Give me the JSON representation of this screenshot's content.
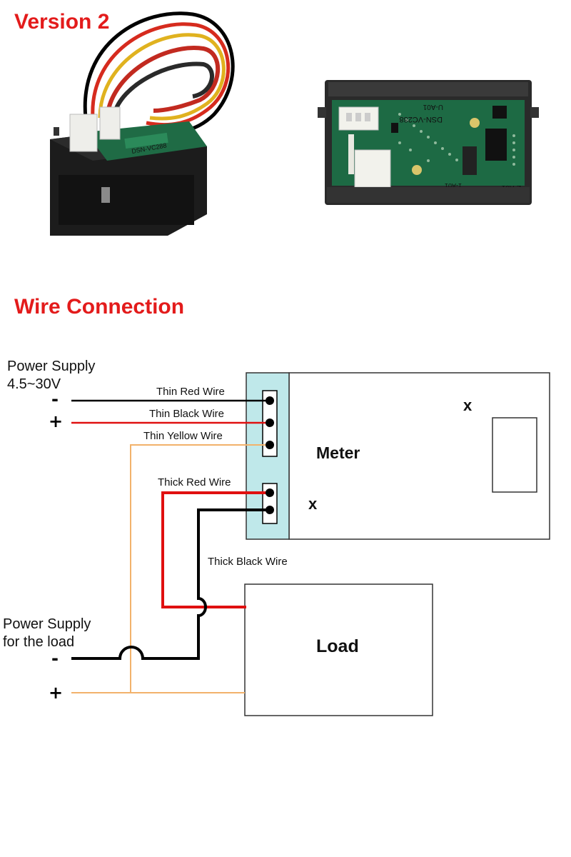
{
  "header": {
    "version_title": "Version 2"
  },
  "photos": {
    "front_label_1": "DSN-VC288",
    "back_label_1": "DSN-VC288",
    "back_label_2": "Z-A01",
    "back_label_3": "U-A01",
    "back_label_4": "1-A01"
  },
  "diagram": {
    "title": "Wire Connection",
    "power_supply_label_1": "Power Supply",
    "power_supply_label_2": "4.5~30V",
    "supply_minus": "-",
    "supply_plus": "+",
    "wire_thin_red": "Thin Red Wire",
    "wire_thin_black": "Thin Black Wire",
    "wire_thin_yellow": "Thin Yellow Wire",
    "wire_thick_red": "Thick Red Wire",
    "wire_thick_black": "Thick Black Wire",
    "meter_label": "Meter",
    "x_mark_top": "x",
    "x_mark_bottom": "x",
    "load_label": "Load",
    "load_supply_label_1": "Power Supply",
    "load_supply_label_2": "for the load",
    "load_minus": "-",
    "load_plus": "+",
    "colors": {
      "title_red": "#e31b1b",
      "wire_red": "#e01010",
      "wire_black": "#000000",
      "wire_yellow": "#f2b26b",
      "connector_fill": "#bfe8ea"
    }
  }
}
